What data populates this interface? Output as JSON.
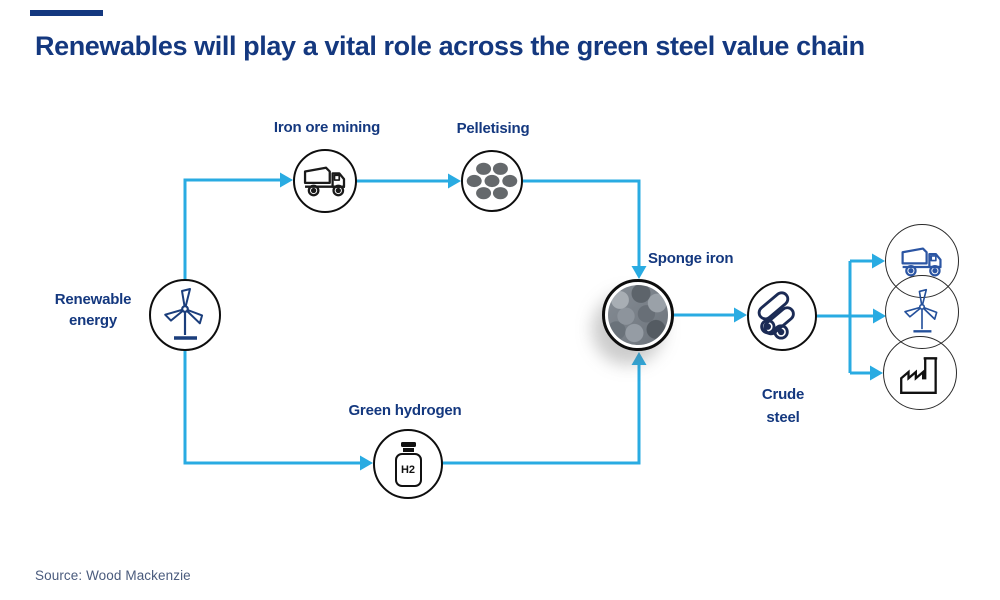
{
  "title": "Renewables will play a vital role across the green steel value chain",
  "source": "Source: Wood Mackenzie",
  "colors": {
    "title_text": "#14387f",
    "label_text": "#14387f",
    "arrow": "#29abe2",
    "accent_bar": "#14387f",
    "source_text": "#4a5b7d",
    "pellet_gray": "#65696c",
    "icon_black": "#1a1a1a",
    "turbine_navy": "#1b3e7c",
    "out_truck_blue": "#2b55a3",
    "pipes_navy": "#1b2b55"
  },
  "nodes": {
    "renewable_energy": {
      "line1": "Renewable",
      "line2": "energy",
      "icon": "wind-turbine-icon"
    },
    "iron_ore_mining": {
      "label": "Iron ore mining",
      "icon": "dump-truck-icon"
    },
    "pelletising": {
      "label": "Pelletising",
      "icon": "iron-pellets-icon"
    },
    "sponge_iron": {
      "label": "Sponge iron",
      "icon": "sponge-iron-photo"
    },
    "green_hydrogen": {
      "label": "Green hydrogen",
      "icon": "hydrogen-bottle-icon",
      "bottle_text": "H2"
    },
    "crude_steel": {
      "line1": "Crude",
      "line2": "steel",
      "icon": "steel-pipes-icon"
    },
    "end_use_transport": {
      "icon": "dump-truck-icon"
    },
    "end_use_wind": {
      "icon": "wind-turbine-icon"
    },
    "end_use_industry": {
      "icon": "factory-icon"
    }
  },
  "flows": [
    {
      "from": "renewable_energy",
      "to": "iron_ore_mining"
    },
    {
      "from": "iron_ore_mining",
      "to": "pelletising"
    },
    {
      "from": "pelletising",
      "to": "sponge_iron"
    },
    {
      "from": "renewable_energy",
      "to": "green_hydrogen"
    },
    {
      "from": "green_hydrogen",
      "to": "sponge_iron"
    },
    {
      "from": "sponge_iron",
      "to": "crude_steel"
    },
    {
      "from": "crude_steel",
      "to": "end_use_transport"
    },
    {
      "from": "crude_steel",
      "to": "end_use_wind"
    },
    {
      "from": "crude_steel",
      "to": "end_use_industry"
    }
  ]
}
